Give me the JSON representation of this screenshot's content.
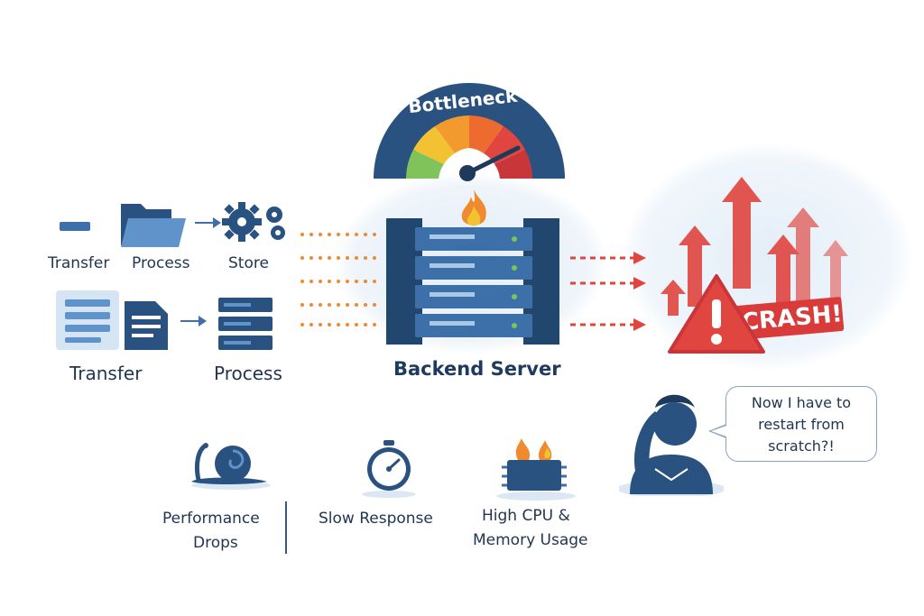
{
  "flow": {
    "top": {
      "transfer": "Transfer",
      "process": "Process",
      "store": "Store"
    },
    "bottom": {
      "transfer": "Transfer",
      "process": "Process"
    }
  },
  "gauge": {
    "title": "Bottleneck"
  },
  "server": {
    "label": "Backend Server"
  },
  "crash": {
    "label": "CRASH!"
  },
  "bubble": {
    "line1": "Now I have to",
    "line2": "restart from",
    "line3": "scratch?!"
  },
  "symptoms": {
    "performance_line1": "Performance",
    "performance_line2": "Drops",
    "slow": "Slow Response",
    "cpu_line1": "High CPU &",
    "cpu_line2": "Memory Usage"
  },
  "colors": {
    "navy": "#2a5280",
    "blue": "#3d6fa8",
    "light_blue": "#dbe8f4",
    "orange": "#ef8a2e",
    "red": "#e0453f",
    "green": "#7fc35a"
  },
  "icons": [
    "folder-icon",
    "gears-icon",
    "server-icon",
    "document-icon",
    "snail-icon",
    "stopwatch-icon",
    "burning-chip-icon",
    "warning-icon",
    "fire-icon",
    "person-icon"
  ]
}
